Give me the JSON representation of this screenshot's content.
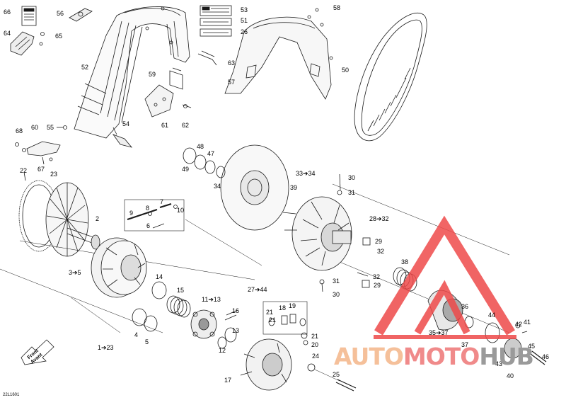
{
  "callouts": [
    {
      "text": "66"
    },
    {
      "text": "56"
    },
    {
      "text": "53"
    },
    {
      "text": "51"
    },
    {
      "text": "26"
    },
    {
      "text": "58"
    },
    {
      "text": "64"
    },
    {
      "text": "65"
    },
    {
      "text": "52"
    },
    {
      "text": "63"
    },
    {
      "text": "50"
    },
    {
      "text": "59"
    },
    {
      "text": "57"
    },
    {
      "text": "55"
    },
    {
      "text": "54"
    },
    {
      "text": "61"
    },
    {
      "text": "62"
    },
    {
      "text": "68"
    },
    {
      "text": "60"
    },
    {
      "text": "48"
    },
    {
      "text": "47"
    },
    {
      "text": "49"
    },
    {
      "text": "34"
    },
    {
      "text": "33➔34"
    },
    {
      "text": "30"
    },
    {
      "text": "22"
    },
    {
      "text": "23"
    },
    {
      "text": "67"
    },
    {
      "text": "39"
    },
    {
      "text": "31"
    },
    {
      "text": "7"
    },
    {
      "text": "8"
    },
    {
      "text": "10"
    },
    {
      "text": "9"
    },
    {
      "text": "6"
    },
    {
      "text": "28➔32"
    },
    {
      "text": "2"
    },
    {
      "text": "29"
    },
    {
      "text": "32"
    },
    {
      "text": "3➔5"
    },
    {
      "text": "14"
    },
    {
      "text": "38"
    },
    {
      "text": "27➔44"
    },
    {
      "text": "32"
    },
    {
      "text": "31"
    },
    {
      "text": "29"
    },
    {
      "text": "15"
    },
    {
      "text": "11➔13"
    },
    {
      "text": "30"
    },
    {
      "text": "36"
    },
    {
      "text": "16"
    },
    {
      "text": "21"
    },
    {
      "text": "18"
    },
    {
      "text": "19"
    },
    {
      "text": "4"
    },
    {
      "text": "5"
    },
    {
      "text": "13"
    },
    {
      "text": "21"
    },
    {
      "text": "44"
    },
    {
      "text": "42"
    },
    {
      "text": "41"
    },
    {
      "text": "35➔37"
    },
    {
      "text": "21"
    },
    {
      "text": "20"
    },
    {
      "text": "37"
    },
    {
      "text": "12"
    },
    {
      "text": "1➔23"
    },
    {
      "text": "45"
    },
    {
      "text": "46"
    },
    {
      "text": "24"
    },
    {
      "text": "43"
    },
    {
      "text": "17"
    },
    {
      "text": "25"
    },
    {
      "text": "40"
    }
  ],
  "direction_arrow": {
    "line1": "Front",
    "line2": "Avant"
  },
  "drawing_code": "22L1601",
  "watermark": {
    "part1": "AUTO",
    "part2": "MOTO",
    "part3": "HUB"
  },
  "colors": {
    "line": "#1a1a1a",
    "watermark_red": "#ee4a4a",
    "watermark_orange": "#f2a66a",
    "watermark_grey": "#8c8c8c"
  }
}
